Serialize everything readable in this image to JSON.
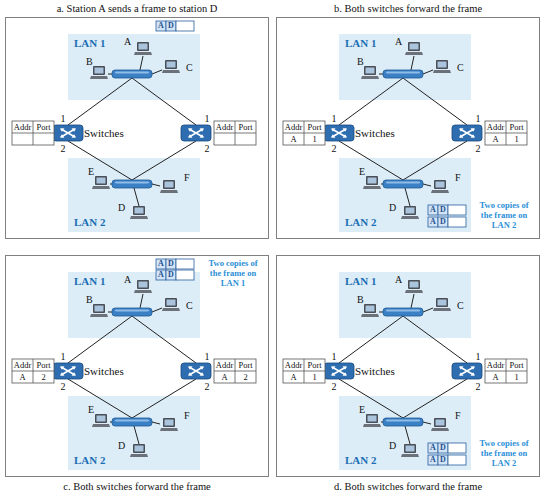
{
  "diagram": {
    "nodes": [
      {
        "text": [
          "a. Station A sends a frame to station D"
        ]
      },
      {
        "text": [
          "LAN 1"
        ],
        "in": 0
      },
      {
        "text": [
          "A"
        ],
        "in": 1
      },
      {
        "text": [
          "B"
        ],
        "in": 1
      },
      {
        "text": [
          "C"
        ],
        "in": 1
      },
      {
        "text": [
          "LAN 2"
        ],
        "in": 0
      },
      {
        "text": [
          "E"
        ],
        "in": 5
      },
      {
        "text": [
          "F"
        ],
        "in": 5
      },
      {
        "text": [
          "D"
        ],
        "in": 5
      },
      {
        "text": [
          "b. Both switches forward the frame"
        ]
      },
      {
        "text": [
          "LAN 1"
        ],
        "in": 9
      },
      {
        "text": [
          "A"
        ],
        "in": 10
      },
      {
        "text": [
          "B"
        ],
        "in": 10
      },
      {
        "text": [
          "C"
        ],
        "in": 10
      },
      {
        "text": [
          "LAN 2"
        ],
        "in": 9
      },
      {
        "text": [
          "E"
        ],
        "in": 14
      },
      {
        "text": [
          "F"
        ],
        "in": 14
      },
      {
        "text": [
          "D"
        ],
        "in": 14
      },
      {
        "text": [
          "c. Both switches forward the frame"
        ]
      },
      {
        "text": [
          "LAN 1"
        ],
        "in": 18
      },
      {
        "text": [
          "A"
        ],
        "in": 19
      },
      {
        "text": [
          "B"
        ],
        "in": 19
      },
      {
        "text": [
          "C"
        ],
        "in": 19
      },
      {
        "text": [
          "LAN 2"
        ],
        "in": 18
      },
      {
        "text": [
          "E"
        ],
        "in": 23
      },
      {
        "text": [
          "F"
        ],
        "in": 23
      },
      {
        "text": [
          "D"
        ],
        "in": 23
      },
      {
        "text": [
          "d. Both switches forward the frame"
        ]
      },
      {
        "text": [
          "LAN 1"
        ],
        "in": 27
      },
      {
        "text": [
          "A"
        ],
        "in": 28
      },
      {
        "text": [
          "B"
        ],
        "in": 28
      },
      {
        "text": [
          "C"
        ],
        "in": 28
      },
      {
        "text": [
          "LAN 2"
        ],
        "in": 27
      },
      {
        "text": [
          "E"
        ],
        "in": 32
      },
      {
        "text": [
          "F"
        ],
        "in": 32
      },
      {
        "text": [
          "D"
        ],
        "in": 32
      }
    ],
    "labels": [
      "A",
      "D",
      "Addr",
      "Port",
      "1",
      "2",
      "Switches",
      "1",
      "2",
      "Addr",
      "Port",
      "Addr",
      "Port",
      "A",
      "1",
      "1",
      "2",
      "Switches",
      "1",
      "2",
      "Addr",
      "Port",
      "A",
      "1",
      "A",
      "D",
      "A",
      "D",
      "Two copies of the frame on LAN 2",
      "A",
      "D",
      "A",
      "D",
      "Two copies of the frame on LAN 1",
      "Addr",
      "Port",
      "A",
      "2",
      "1",
      "2",
      "Switches",
      "1",
      "2",
      "Addr",
      "Port",
      "A",
      "2",
      "Addr",
      "Port",
      "A",
      "1",
      "1",
      "2",
      "Switches",
      "1",
      "2",
      "Addr",
      "Port",
      "A",
      "1",
      "A",
      "D",
      "A",
      "D",
      "Two copies of the frame on LAN 2"
    ]
  }
}
